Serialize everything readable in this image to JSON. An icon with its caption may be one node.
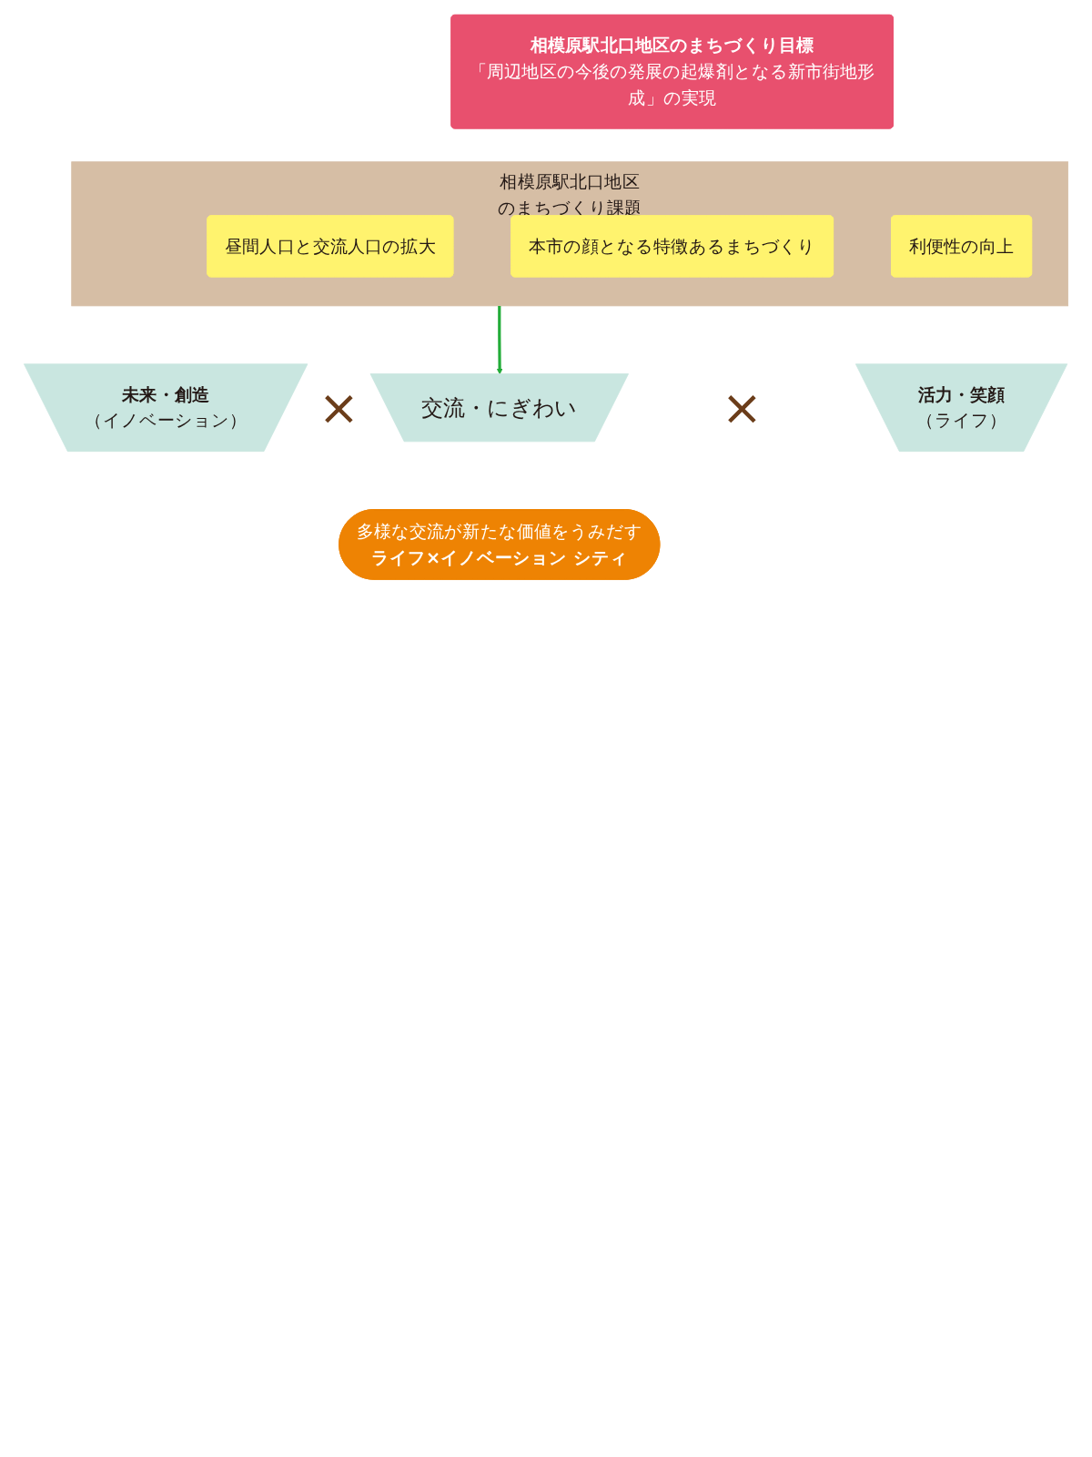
{
  "diagram": {
    "nodes": [
      {
        "text": [
          "相模原駅北口地区のまちづくり目標",
          "「周辺地区の今後の発展の起爆剤となる新市街地形成」の実現"
        ]
      },
      {
        "text": [
          "相模原駅北口地区のまちづくり課題"
        ]
      },
      {
        "text": [
          "昼間人口と交流人口の拡大"
        ],
        "in": 1
      },
      {
        "text": [
          "本市の顔となる特徴あるまちづくり"
        ],
        "in": 1
      },
      {
        "text": [
          "利便性の向上"
        ],
        "in": 1
      },
      {
        "text": [
          "未来・創造",
          "（イノベーション）"
        ]
      },
      {
        "text": [
          "交流・にぎわい"
        ]
      },
      {
        "text": [
          "活力・笑顔",
          "（ライフ）"
        ]
      },
      {
        "text": [
          "多様な交流が新たな価値をうみだす",
          "ライフ×イノベーション シティ"
        ]
      }
    ],
    "edges": [
      {
        "from": 1,
        "to": 6,
        "arrow": "to",
        "color": "#22ac38"
      }
    ],
    "labels": [
      "×",
      "×"
    ]
  }
}
